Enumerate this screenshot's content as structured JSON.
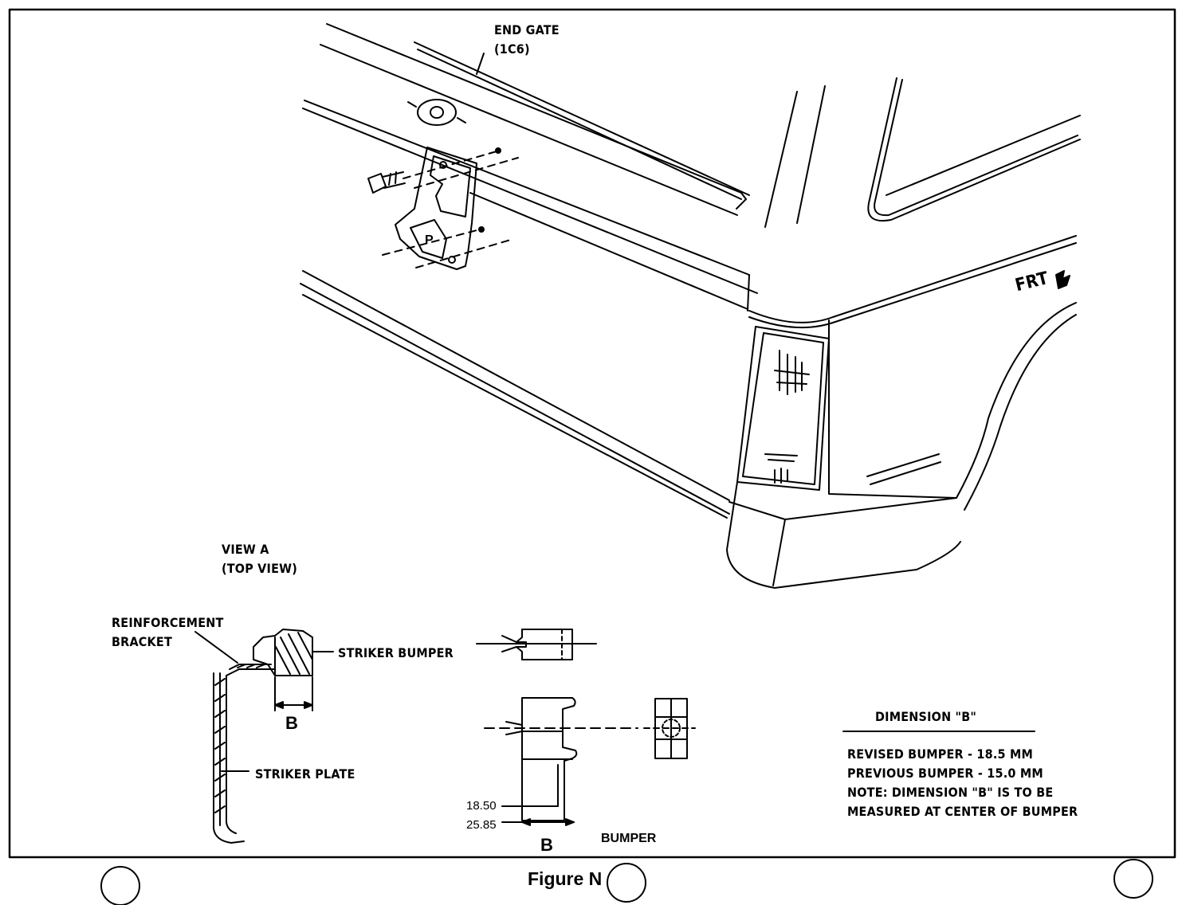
{
  "labels": {
    "end_gate": "END GATE",
    "end_gate_code": "(1C6)",
    "frt": "FRT",
    "view_a": "VIEW A",
    "top_view": "(TOP VIEW)",
    "reinforcement": "REINFORCEMENT",
    "bracket": "BRACKET",
    "striker_bumper": "STRIKER BUMPER",
    "striker_plate": "STRIKER PLATE",
    "dim_b_small": "B",
    "dim_b_bottom": "B",
    "bumper": "BUMPER",
    "dim_1850": "18.50",
    "dim_2585": "25.85",
    "figure": "Figure N"
  },
  "dimension_box": {
    "title": "DIMENSION \"B\"",
    "lines": [
      "REVISED BUMPER - 18.5 MM",
      "PREVIOUS BUMPER - 15.0 MM",
      "NOTE: DIMENSION \"B\" IS TO BE",
      "MEASURED AT CENTER OF BUMPER"
    ]
  }
}
